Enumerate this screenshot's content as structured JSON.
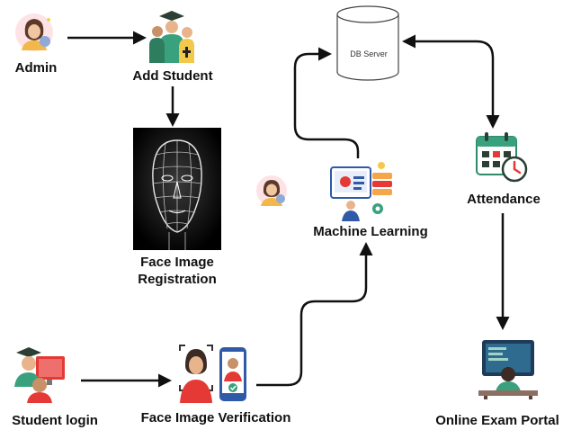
{
  "nodes": {
    "admin": {
      "label": "Admin",
      "icon": "admin-avatar-icon"
    },
    "add_student": {
      "label": "Add Student",
      "icon": "graduates-icon"
    },
    "face_registration": {
      "label_line1": "Face Image",
      "label_line2": "Registration",
      "icon": "face-mesh-image"
    },
    "db_server": {
      "label": "DB Server",
      "icon": "database-cylinder-icon"
    },
    "machine_learning": {
      "label": "Machine Learning",
      "icon": "machine-learning-icon"
    },
    "ml_user": {
      "icon": "user-avatar-icon"
    },
    "attendance": {
      "label": "Attendance",
      "icon": "calendar-clock-icon"
    },
    "student_login": {
      "label": "Student login",
      "icon": "student-login-icon"
    },
    "face_verification": {
      "label": "Face Image Verification",
      "icon": "face-verification-icon"
    },
    "exam_portal": {
      "label": "Online Exam Portal",
      "icon": "exam-workstation-icon"
    }
  },
  "colors": {
    "arrow": "#111111",
    "accent_green": "#3aa17e",
    "accent_red": "#e53935",
    "accent_blue": "#2f5aa8"
  }
}
